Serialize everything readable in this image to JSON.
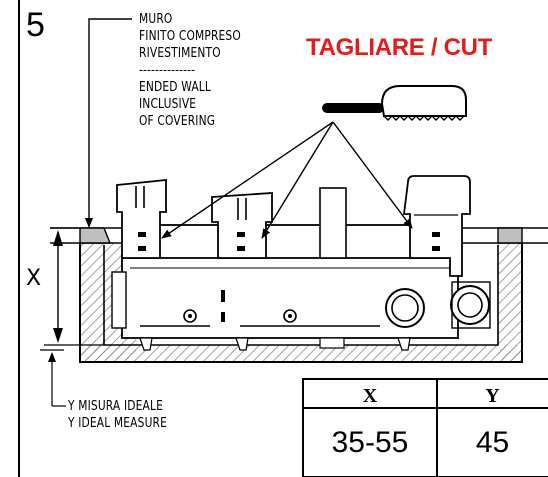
{
  "step": {
    "number": "5"
  },
  "cut": {
    "title": "TAGLIARE / CUT"
  },
  "wall_note": {
    "text": "MURO\nFINITO COMPRESO\nRIVESTIMENTO\n--------------\nENDED WALL\nINCLUSIVE\nOF COVERING"
  },
  "y_note": {
    "text": "Y MISURA IDEALE\nY IDEAL MEASURE"
  },
  "dimension": {
    "x_label": "X"
  },
  "table": {
    "headers": [
      "X",
      "Y"
    ],
    "values": [
      "35-55",
      "45"
    ]
  },
  "colors": {
    "cut_title": "#e31b1b",
    "line": "#000000",
    "hatch": "#9a9a9a"
  },
  "icons": [
    "saw-icon",
    "arrow-icon"
  ]
}
